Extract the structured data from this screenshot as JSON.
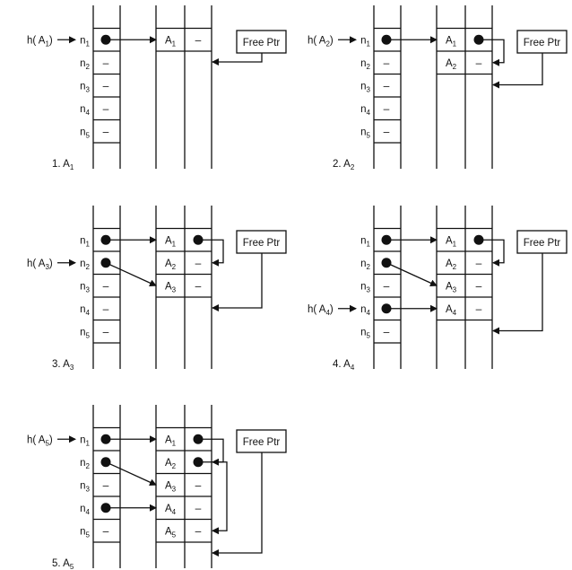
{
  "free_ptr_label": "Free Ptr",
  "cell_labels": [
    "n1",
    "n2",
    "n3",
    "n4",
    "n5"
  ],
  "null_symbol": "–",
  "panels": [
    {
      "caption": "1. A1",
      "hash_entries": [
        {
          "label": "h( A1)",
          "slot": 0
        }
      ],
      "table": [
        "ptr",
        "null",
        "null",
        "null",
        "null"
      ],
      "records": [
        {
          "key": "A1",
          "next": null
        }
      ],
      "links": [
        {
          "from": 0,
          "to": 0
        }
      ],
      "free_ptr_row": 1
    },
    {
      "caption": "2. A2",
      "hash_entries": [
        {
          "label": "h( A2)",
          "slot": 0
        }
      ],
      "table": [
        "ptr",
        "null",
        "null",
        "null",
        "null"
      ],
      "records": [
        {
          "key": "A1",
          "next": 1
        },
        {
          "key": "A2",
          "next": null
        }
      ],
      "links": [
        {
          "from": 0,
          "to": 0
        }
      ],
      "free_ptr_row": 2
    },
    {
      "caption": "3. A3",
      "hash_entries": [
        {
          "label": "h( A3)",
          "slot": 1
        }
      ],
      "table": [
        "ptr",
        "ptr",
        "null",
        "null",
        "null"
      ],
      "records": [
        {
          "key": "A1",
          "next": 1
        },
        {
          "key": "A2",
          "next": null
        },
        {
          "key": "A3",
          "next": null
        }
      ],
      "links": [
        {
          "from": 0,
          "to": 0
        },
        {
          "from": 1,
          "to": 2
        }
      ],
      "free_ptr_row": 3
    },
    {
      "caption": "4. A4",
      "hash_entries": [
        {
          "label": "h( A4)",
          "slot": 3
        }
      ],
      "table": [
        "ptr",
        "ptr",
        "null",
        "ptr",
        "null"
      ],
      "records": [
        {
          "key": "A1",
          "next": 1
        },
        {
          "key": "A2",
          "next": null
        },
        {
          "key": "A3",
          "next": null
        },
        {
          "key": "A4",
          "next": null
        }
      ],
      "links": [
        {
          "from": 0,
          "to": 0
        },
        {
          "from": 1,
          "to": 2
        },
        {
          "from": 3,
          "to": 3
        }
      ],
      "free_ptr_row": 4
    },
    {
      "caption": "5. A5",
      "hash_entries": [
        {
          "label": "h( A5)",
          "slot": 0
        }
      ],
      "table": [
        "ptr",
        "ptr",
        "null",
        "ptr",
        "null"
      ],
      "records": [
        {
          "key": "A1",
          "next": 1
        },
        {
          "key": "A2",
          "next": 4
        },
        {
          "key": "A3",
          "next": null
        },
        {
          "key": "A4",
          "next": null
        },
        {
          "key": "A5",
          "next": null
        }
      ],
      "links": [
        {
          "from": 0,
          "to": 0
        },
        {
          "from": 1,
          "to": 2
        },
        {
          "from": 3,
          "to": 3
        }
      ],
      "free_ptr_row": 5
    }
  ]
}
